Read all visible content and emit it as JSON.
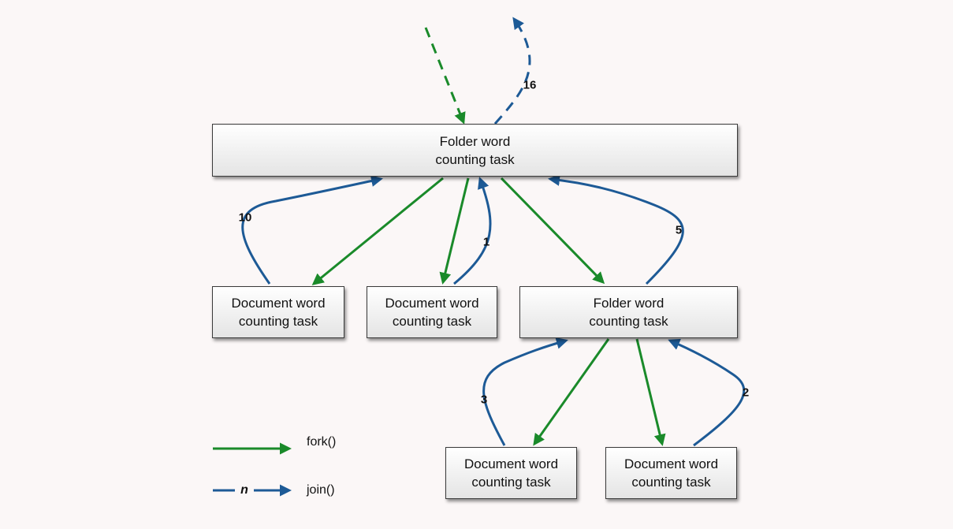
{
  "nodes": {
    "folder_root": {
      "line1": "Folder word",
      "line2": "counting task"
    },
    "doc_a": {
      "line1": "Document word",
      "line2": "counting task"
    },
    "doc_b": {
      "line1": "Document word",
      "line2": "counting task"
    },
    "folder_sub": {
      "line1": "Folder word",
      "line2": "counting task"
    },
    "doc_c": {
      "line1": "Document word",
      "line2": "counting task"
    },
    "doc_d": {
      "line1": "Document word",
      "line2": "counting task"
    }
  },
  "join_labels": {
    "top": "16",
    "doc_a": "10",
    "doc_b": "1",
    "folder_sub": "5",
    "doc_c": "3",
    "doc_d": "2"
  },
  "legend": {
    "fork_label": "fork()",
    "join_label": "join()",
    "join_marker": "n"
  },
  "colors": {
    "fork": "#1a8a2a",
    "join": "#1d5a96"
  }
}
